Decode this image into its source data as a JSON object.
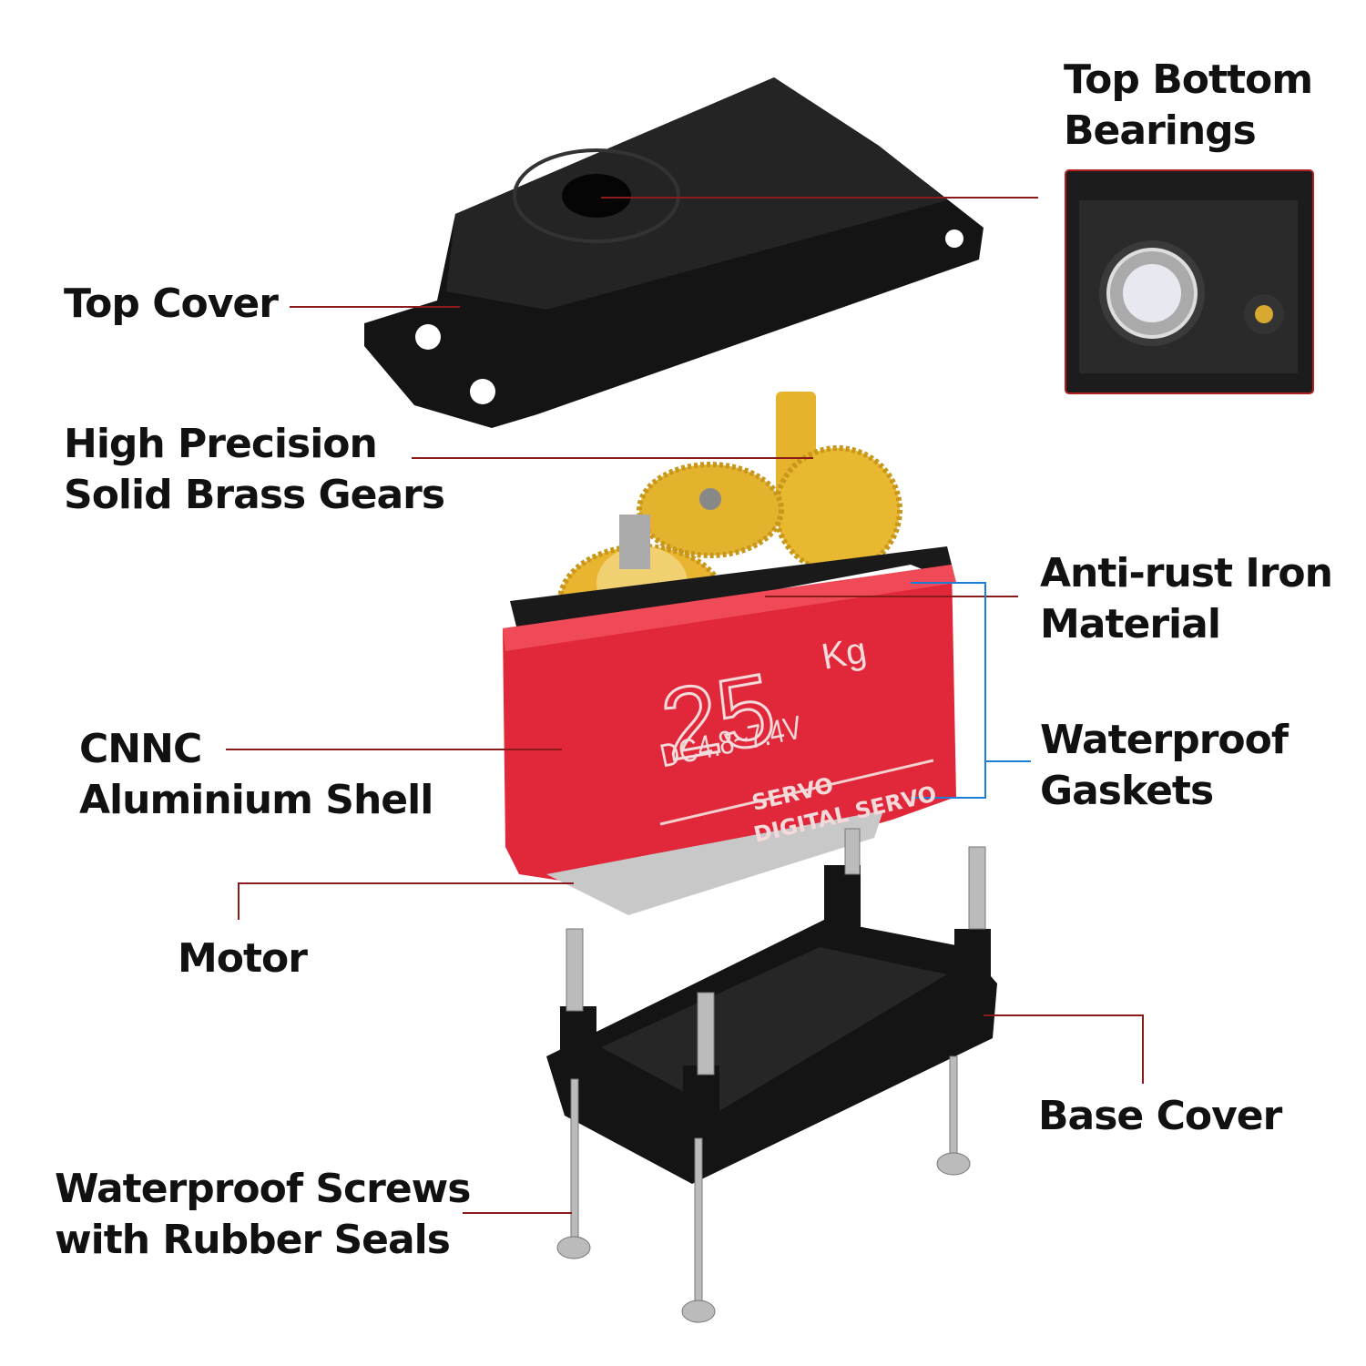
{
  "labels": {
    "bearings": [
      "Top Bottom",
      "Bearings"
    ],
    "top_cover": "Top Cover",
    "gears": [
      "High Precision",
      "Solid Brass Gears"
    ],
    "iron": [
      "Anti-rust Iron",
      "Material"
    ],
    "gaskets": [
      "Waterproof",
      "Gaskets"
    ],
    "shell": [
      "CNNC",
      "Aluminium Shell"
    ],
    "motor": "Motor",
    "base_cover": "Base Cover",
    "screws": [
      "Waterproof Screws",
      "with Rubber Seals"
    ]
  },
  "servo_print": {
    "torque": "25",
    "unit": "Kg",
    "voltage": "DC4.8~7.4V",
    "line1": "SERVO",
    "line2": "DIGITAL SERVO"
  },
  "colors": {
    "leader": "#8b1a1a",
    "bracket": "#1b7fd6",
    "shell": "#e0283a",
    "brass": "#e8b830"
  }
}
